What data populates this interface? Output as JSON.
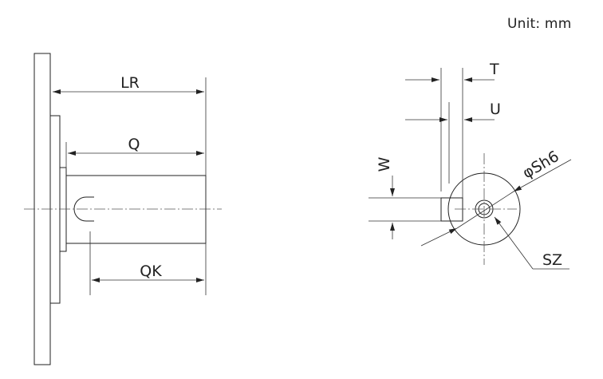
{
  "unit_label": "Unit: mm",
  "dimensions": {
    "lr": "LR",
    "q": "Q",
    "qk": "QK",
    "t": "T",
    "u": "U",
    "w": "W",
    "sh6": "φSh6",
    "sz": "SZ"
  },
  "colors": {
    "line": "#222222",
    "background": "#ffffff"
  }
}
